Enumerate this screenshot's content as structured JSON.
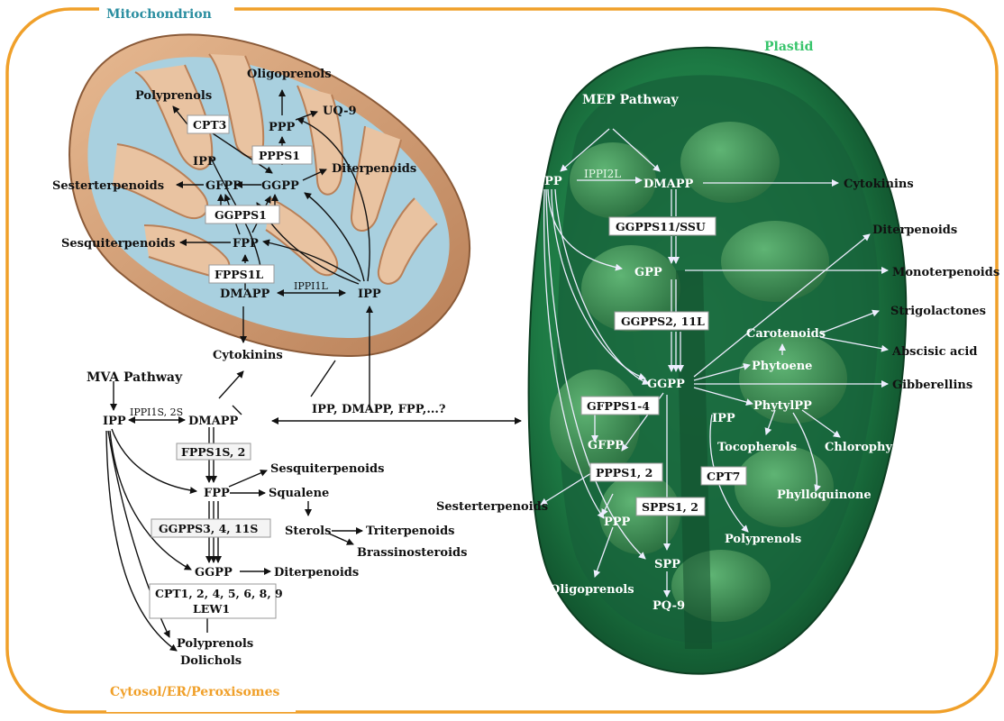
{
  "compartments": {
    "mitochondrion": "Mitochondrion",
    "plastid": "Plastid",
    "cytosol": "Cytosol/ER/Peroxisomes"
  },
  "colors": {
    "frame": "#f0a02a",
    "mito_title": "#2a8ea0",
    "plastid_title": "#37c46b",
    "cytosol_title": "#f0a02a",
    "mito_outer": "#d9a77f",
    "mito_matrix": "#a9d0df",
    "plastid_body": "#1f7a45"
  },
  "mitochondrion": {
    "polyprenols": "Polyprenols",
    "oligoprenols": "Oligoprenols",
    "cpt3": "CPT3",
    "ppp": "PPP",
    "uq9": "UQ-9",
    "ppps1": "PPPS1",
    "ipp_top": "IPP",
    "diterpenoids": "Diterpenoids",
    "sesterterpenoids": "Sesterterpenoids",
    "gfpp": "GFPP",
    "ggpp": "GGPP",
    "ggpps1": "GGPPS1",
    "sesquiterpenoids": "Sesquiterpenoids",
    "fpp": "FPP",
    "fpps1l": "FPPS1L",
    "dmapp": "DMAPP",
    "ippi1l": "IPPI1L",
    "ipp": "IPP",
    "cytokinins": "Cytokinins"
  },
  "transport": "IPP, DMAPP, FPP,...?",
  "cytosol": {
    "mva_pathway": "MVA Pathway",
    "ipp": "IPP",
    "ippi1s": "IPPI1S, 2S",
    "dmapp": "DMAPP",
    "fpps1s": "FPPS1S, 2",
    "sesquiterpenoids": "Sesquiterpenoids",
    "fpp": "FPP",
    "squalene": "Squalene",
    "sterols": "Sterols",
    "triterpenoids": "Triterpenoids",
    "brassinosteroids": "Brassinosteroids",
    "ggpps3": "GGPPS3, 4, 11S",
    "ggpp": "GGPP",
    "diterpenoids": "Diterpenoids",
    "cpt_line1": "CPT1, 2, 4, 5, 6, 8, 9",
    "cpt_line2": "LEW1",
    "polyprenols": "Polyprenols",
    "dolichols": "Dolichols"
  },
  "plastid": {
    "mep_pathway": "MEP Pathway",
    "ipp": "IPP",
    "ippi2l": "IPPI2L",
    "dmapp": "DMAPP",
    "cytokinins": "Cytokinins",
    "ggpps11": "GGPPS11/SSU",
    "diterpenoids": "Diterpenoids",
    "gpp": "GPP",
    "monoterpenoids": "Monoterpenoids",
    "ggpps2": "GGPPS2, 11L",
    "strigolactones": "Strigolactones",
    "carotenoids": "Carotenoids",
    "abscisic_acid": "Abscisic acid",
    "phytoene": "Phytoene",
    "ggpp": "GGPP",
    "gibberellins": "Gibberellins",
    "gfpps": "GFPPS1-4",
    "phytylpp": "PhytylPP",
    "ipp2": "IPP",
    "gfpp": "GFPP",
    "tocopherols": "Tocopherols",
    "chlorophylls": "Chlorophy",
    "ppps1": "PPPS1, 2",
    "cpt7": "CPT7",
    "phylloquinone": "Phylloquinone",
    "sesterterpenoids": "Sesterterpenoids",
    "spps": "SPPS1, 2",
    "ppp": "PPP",
    "polyprenols": "Polyprenols",
    "spp": "SPP",
    "oligoprenols": "Oligoprenols",
    "pq9": "PQ-9"
  }
}
